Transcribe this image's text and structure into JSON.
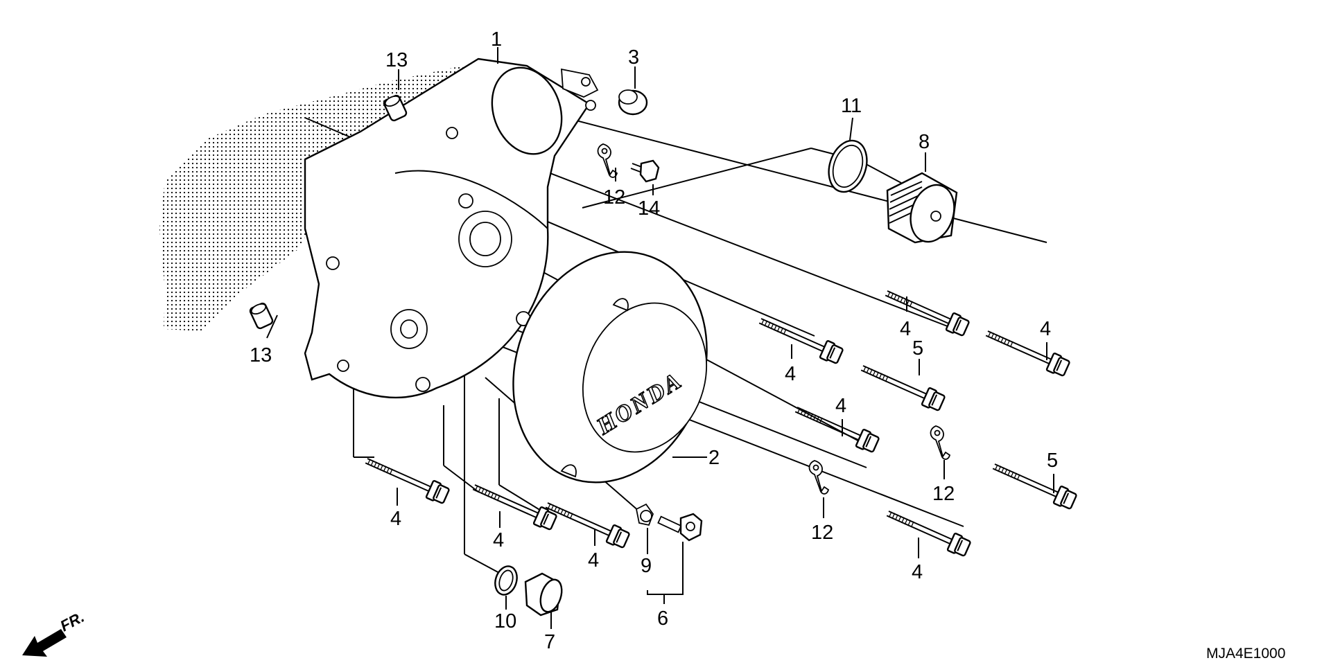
{
  "diagram_code": "MJA4E1000",
  "direction_label": "FR.",
  "cover_logo": "HONDA",
  "callouts": [
    {
      "id": "c1",
      "text": "1"
    },
    {
      "id": "c2",
      "text": "2"
    },
    {
      "id": "c3",
      "text": "3"
    },
    {
      "id": "c4a",
      "text": "4"
    },
    {
      "id": "c4b",
      "text": "4"
    },
    {
      "id": "c4c",
      "text": "4"
    },
    {
      "id": "c4d",
      "text": "4"
    },
    {
      "id": "c4e",
      "text": "4"
    },
    {
      "id": "c4f",
      "text": "4"
    },
    {
      "id": "c4g",
      "text": "4"
    },
    {
      "id": "c4h",
      "text": "4"
    },
    {
      "id": "c5a",
      "text": "5"
    },
    {
      "id": "c5b",
      "text": "5"
    },
    {
      "id": "c6",
      "text": "6"
    },
    {
      "id": "c7",
      "text": "7"
    },
    {
      "id": "c8",
      "text": "8"
    },
    {
      "id": "c9",
      "text": "9"
    },
    {
      "id": "c10",
      "text": "10"
    },
    {
      "id": "c11",
      "text": "11"
    },
    {
      "id": "c12a",
      "text": "12"
    },
    {
      "id": "c12b",
      "text": "12"
    },
    {
      "id": "c12c",
      "text": "12"
    },
    {
      "id": "c13a",
      "text": "13"
    },
    {
      "id": "c13b",
      "text": "13"
    },
    {
      "id": "c14",
      "text": "14"
    }
  ]
}
